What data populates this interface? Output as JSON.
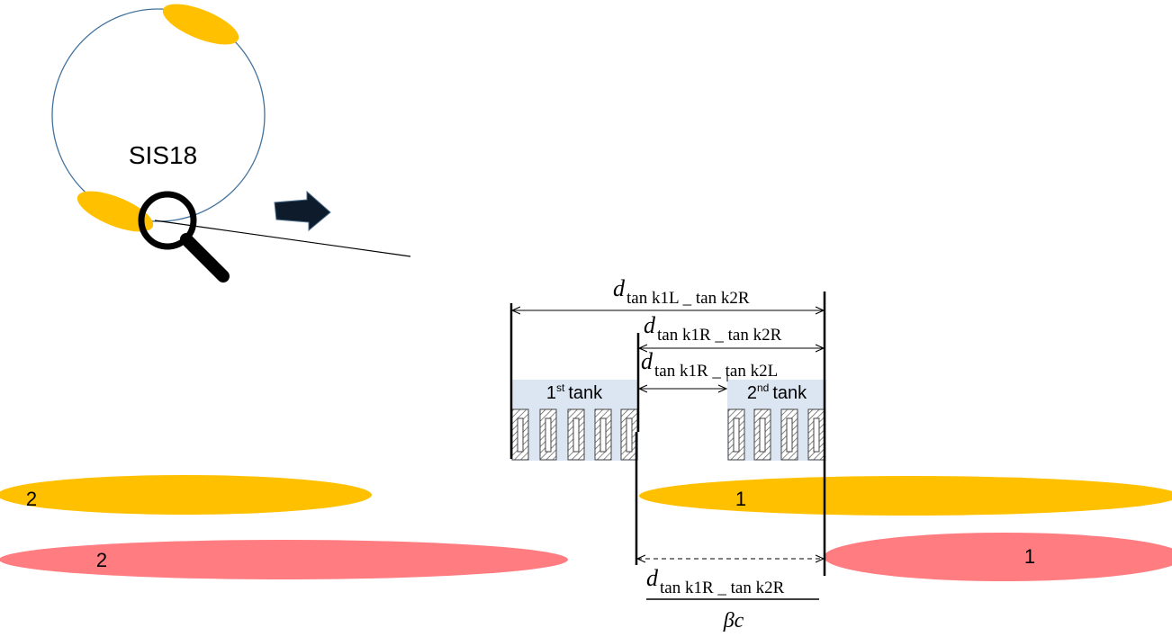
{
  "ring": {
    "label": "SIS18"
  },
  "tanks": {
    "first": {
      "num": "1",
      "sup": "st",
      "word": "tank"
    },
    "second": {
      "num": "2",
      "sup": "nd",
      "word": "tank"
    }
  },
  "distances": {
    "d1": {
      "d": "d",
      "sub": "tan k1L _ tan k2R"
    },
    "d2": {
      "d": "d",
      "sub": "tan k1R _ tan k2R"
    },
    "d3": {
      "d": "d",
      "sub": "tan k1R _ tan k2L"
    },
    "fraction": {
      "d": "d",
      "sub": "tan k1R _ tan k2R",
      "denominator": "βc"
    }
  },
  "bunches": {
    "orange_left": "2",
    "orange_right": "1",
    "red_left": "2",
    "red_right": "1"
  },
  "colors": {
    "orange": "#FFC000",
    "red": "#FF7C80",
    "ring": "#41719C",
    "tank_fill": "#DCE6F2",
    "arrow": "#0D1B2A"
  },
  "icons": [
    "magnifier-icon",
    "right-arrow-icon"
  ]
}
